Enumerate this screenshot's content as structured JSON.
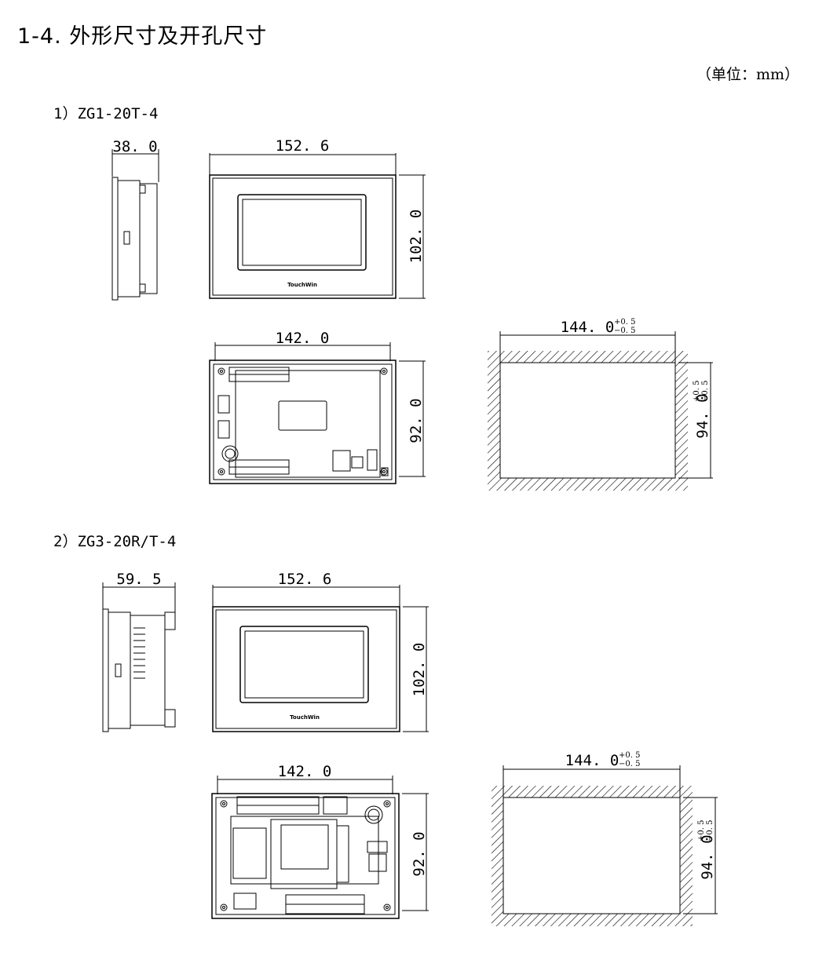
{
  "section_title": "1-4. 外形尺寸及开孔尺寸",
  "unit_note": "（单位：mm）",
  "models": [
    {
      "heading": "1）ZG1-20T-4",
      "dims": {
        "depth": "38. 0",
        "width": "152. 6",
        "height": "102. 0",
        "rear_width": "142. 0",
        "rear_height": "92. 0",
        "cutout_width": "144. 0",
        "cutout_height": "94. 0",
        "tol_plus": "+0. 5",
        "tol_minus": "−0. 5"
      },
      "logo": "TouchWin"
    },
    {
      "heading": "2）ZG3-20R/T-4",
      "dims": {
        "depth": "59. 5",
        "width": "152. 6",
        "height": "102. 0",
        "rear_width": "142. 0",
        "rear_height": "92. 0",
        "cutout_width": "144. 0",
        "cutout_height": "94. 0",
        "tol_plus": "+0. 5",
        "tol_minus": "−0. 5"
      },
      "logo": "TouchWin"
    }
  ]
}
